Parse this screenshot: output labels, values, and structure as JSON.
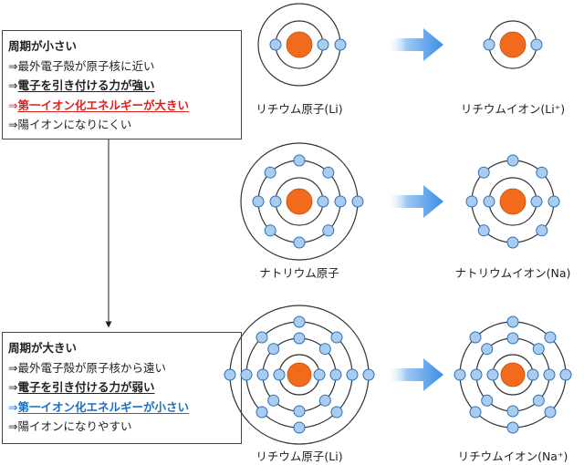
{
  "top_box": {
    "heading": "周期が小さい",
    "line1": "⇒最外電子殻が原子核に近い",
    "line2_prefix": "⇒",
    "line2_text": "電子を引き付ける力が強い",
    "line3_prefix": "⇒",
    "line3_text": "第一イオン化エネルギーが大きい",
    "line4": "⇒陽イオンになりにくい"
  },
  "bottom_box": {
    "heading": "周期が大きい",
    "line1": "⇒最外電子殻が原子核から遠い",
    "line2_prefix": "⇒",
    "line2_text": "電子を引き付ける力が弱い",
    "line3_prefix": "⇒",
    "line3_text": "第一イオン化エネルギーが小さい",
    "line4": "⇒陽イオンになりやすい"
  },
  "labels": {
    "li_atom": "リチウム原子(Li)",
    "li_ion": "リチウムイオン(Li⁺)",
    "na_atom": "ナトリウム原子",
    "na_ion": "ナトリウムイオン(Na)",
    "k_atom": "リチウム原子(Li)",
    "k_ion": "リチウムイオン(Na⁺)"
  },
  "colors": {
    "nucleus": "#f26a1b",
    "electron_fill": "#a9cdf0",
    "electron_stroke": "#2f6fb3",
    "shell": "#333333",
    "arrow": "#3b8ee6",
    "emphasis_red": "#e0201b",
    "emphasis_blue": "#1a6fc4"
  }
}
